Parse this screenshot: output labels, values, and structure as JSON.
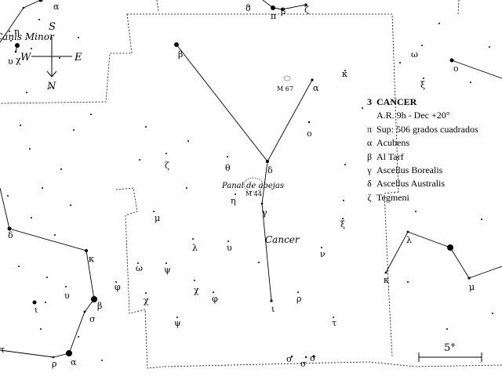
{
  "map_title": {
    "number": "3",
    "name": "CANCER"
  },
  "info": [
    {
      "symbol": "",
      "text": "A.R.  9h - Dec  +20°"
    },
    {
      "symbol": "π",
      "text": "Sup: 506 grados cuadrados"
    },
    {
      "symbol": "α",
      "text": "Acubens"
    },
    {
      "symbol": "β",
      "text": "Al Tarf"
    },
    {
      "symbol": "γ",
      "text": "Ascellus Borealis"
    },
    {
      "symbol": "δ",
      "text": "Ascellus Australis"
    },
    {
      "symbol": "ζ",
      "text": "Tegmeni"
    }
  ],
  "compass": {
    "north": "N",
    "south": "S",
    "east": "E",
    "west": "W"
  },
  "labels": {
    "neighbor_top_left": "Canis Minor",
    "cancer": "Cancer",
    "praesepe": "Panal de abejas",
    "m44": "M 44",
    "m67": "M 67",
    "scale": "5°"
  },
  "greek_labels": [
    "α",
    "β",
    "γ",
    "δ",
    "ζ",
    "η",
    "θ",
    "ι",
    "κ",
    "λ",
    "μ",
    "ν",
    "ξ",
    "ο",
    "π",
    "ρ",
    "σ",
    "τ",
    "υ",
    "φ",
    "χ",
    "ψ",
    "ω"
  ],
  "colors": {
    "ink": "#000000",
    "background": "#ffffff"
  },
  "icons": {
    "compass": "compass-rose-icon"
  }
}
